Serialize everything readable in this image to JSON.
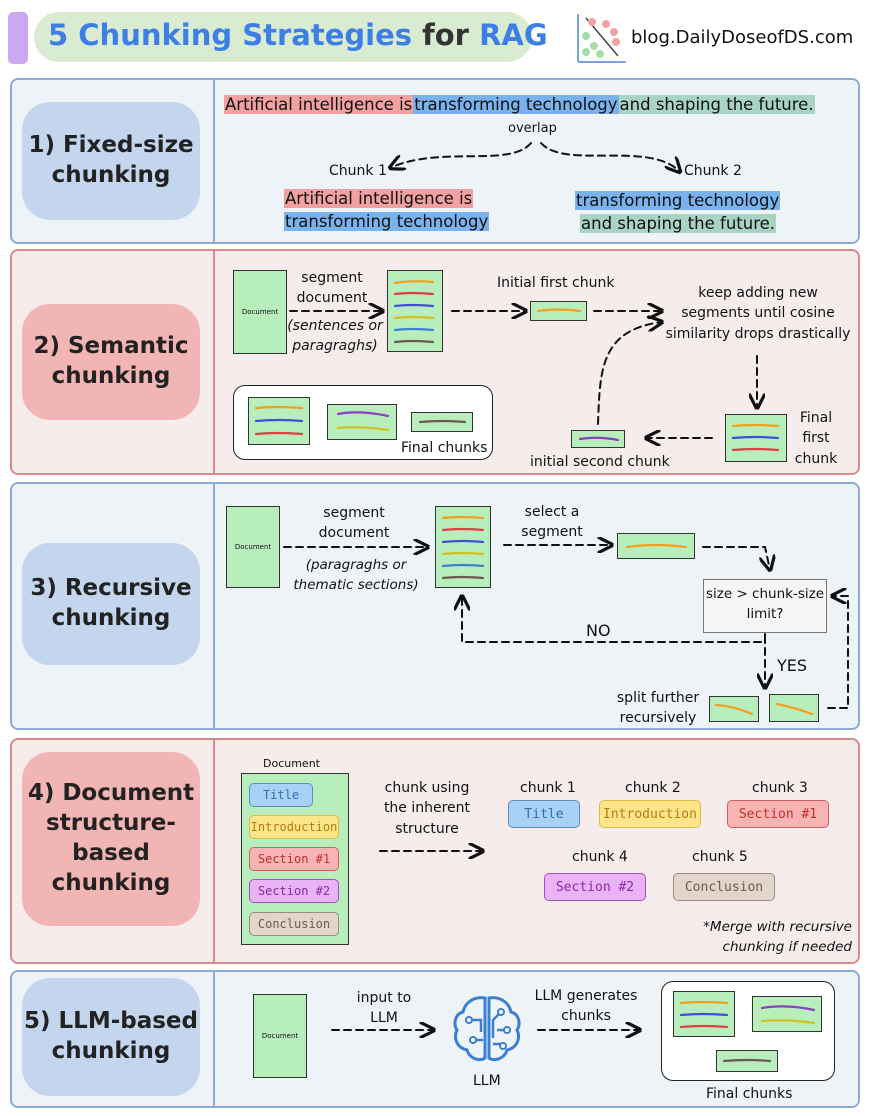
{
  "header": {
    "title_prefix": "5 Chunking Strategies",
    "title_mid": "for",
    "title_suffix": "RAG",
    "site": "blog.DailyDoseofDS.com"
  },
  "colors": {
    "title_blue": "#3d7fe6",
    "panel_blue": "#8aabd6",
    "panel_red": "#d98b8b",
    "doc_green": "#b8eebc"
  },
  "s1": {
    "label": "1) Fixed-size\nchunking",
    "sent_a": "Artificial intelligence is",
    "sent_b": "transforming technology",
    "sent_c": "and shaping the future.",
    "overlap": "overlap",
    "chunk1_label": "Chunk 1",
    "chunk1_l1": "Artificial intelligence is",
    "chunk1_l2": "transforming technology",
    "chunk2_label": "Chunk 2",
    "chunk2_l1": "transforming technology",
    "chunk2_l2": "and shaping the future."
  },
  "s2": {
    "label": "2) Semantic\nchunking",
    "doc": "Document",
    "segment": "segment\ndocument",
    "segment_note": "(sentences or\nparagraghs)",
    "initial_first": "Initial first chunk",
    "keep_adding": "keep adding new\nsegments until cosine\nsimilarity drops drastically",
    "final_first": "Final\nfirst\nchunk",
    "initial_second": "initial second chunk",
    "final_chunks": "Final chunks"
  },
  "s3": {
    "label": "3) Recursive\nchunking",
    "doc": "Document",
    "segment": "segment\ndocument",
    "segment_note": "(paragraghs or\nthematic sections)",
    "select": "select a\nsegment",
    "decision": "size > chunk-size\nlimit?",
    "no": "NO",
    "yes": "YES",
    "split": "split further\nrecursively"
  },
  "s4": {
    "label": "4) Document\nstructure-\nbased\nchunking",
    "doc": "Document",
    "tags": [
      "Title",
      "Introduction",
      "Section #1",
      "Section #2",
      "Conclusion"
    ],
    "chunk_using": "chunk using\nthe inherent\nstructure",
    "chunk_labels": [
      "chunk 1",
      "chunk 2",
      "chunk 3",
      "chunk 4",
      "chunk 5"
    ],
    "note": "*Merge with recursive\nchunking if needed"
  },
  "s5": {
    "label": "5) LLM-based\nchunking",
    "doc": "Document",
    "input_to": "input to\nLLM",
    "llm": "LLM",
    "generates": "LLM generates\nchunks",
    "final_chunks": "Final chunks"
  }
}
